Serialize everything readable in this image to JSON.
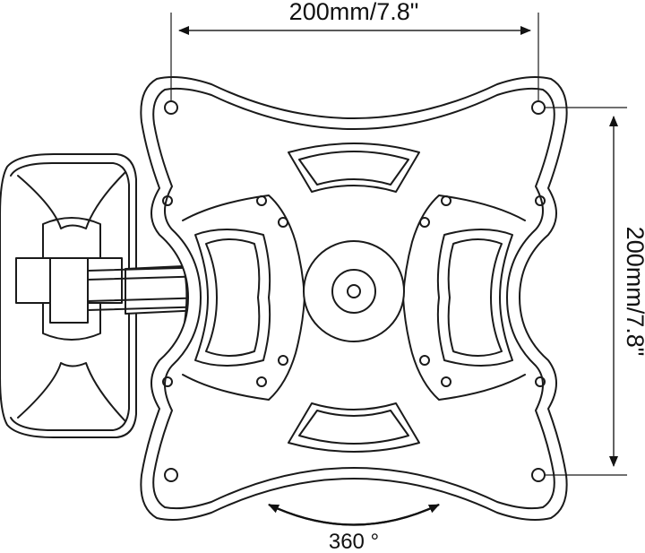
{
  "dimensions": {
    "width_label": "200mm/7.8\"",
    "height_label": "200mm/7.8\""
  },
  "rotation": {
    "label": "360 °"
  }
}
